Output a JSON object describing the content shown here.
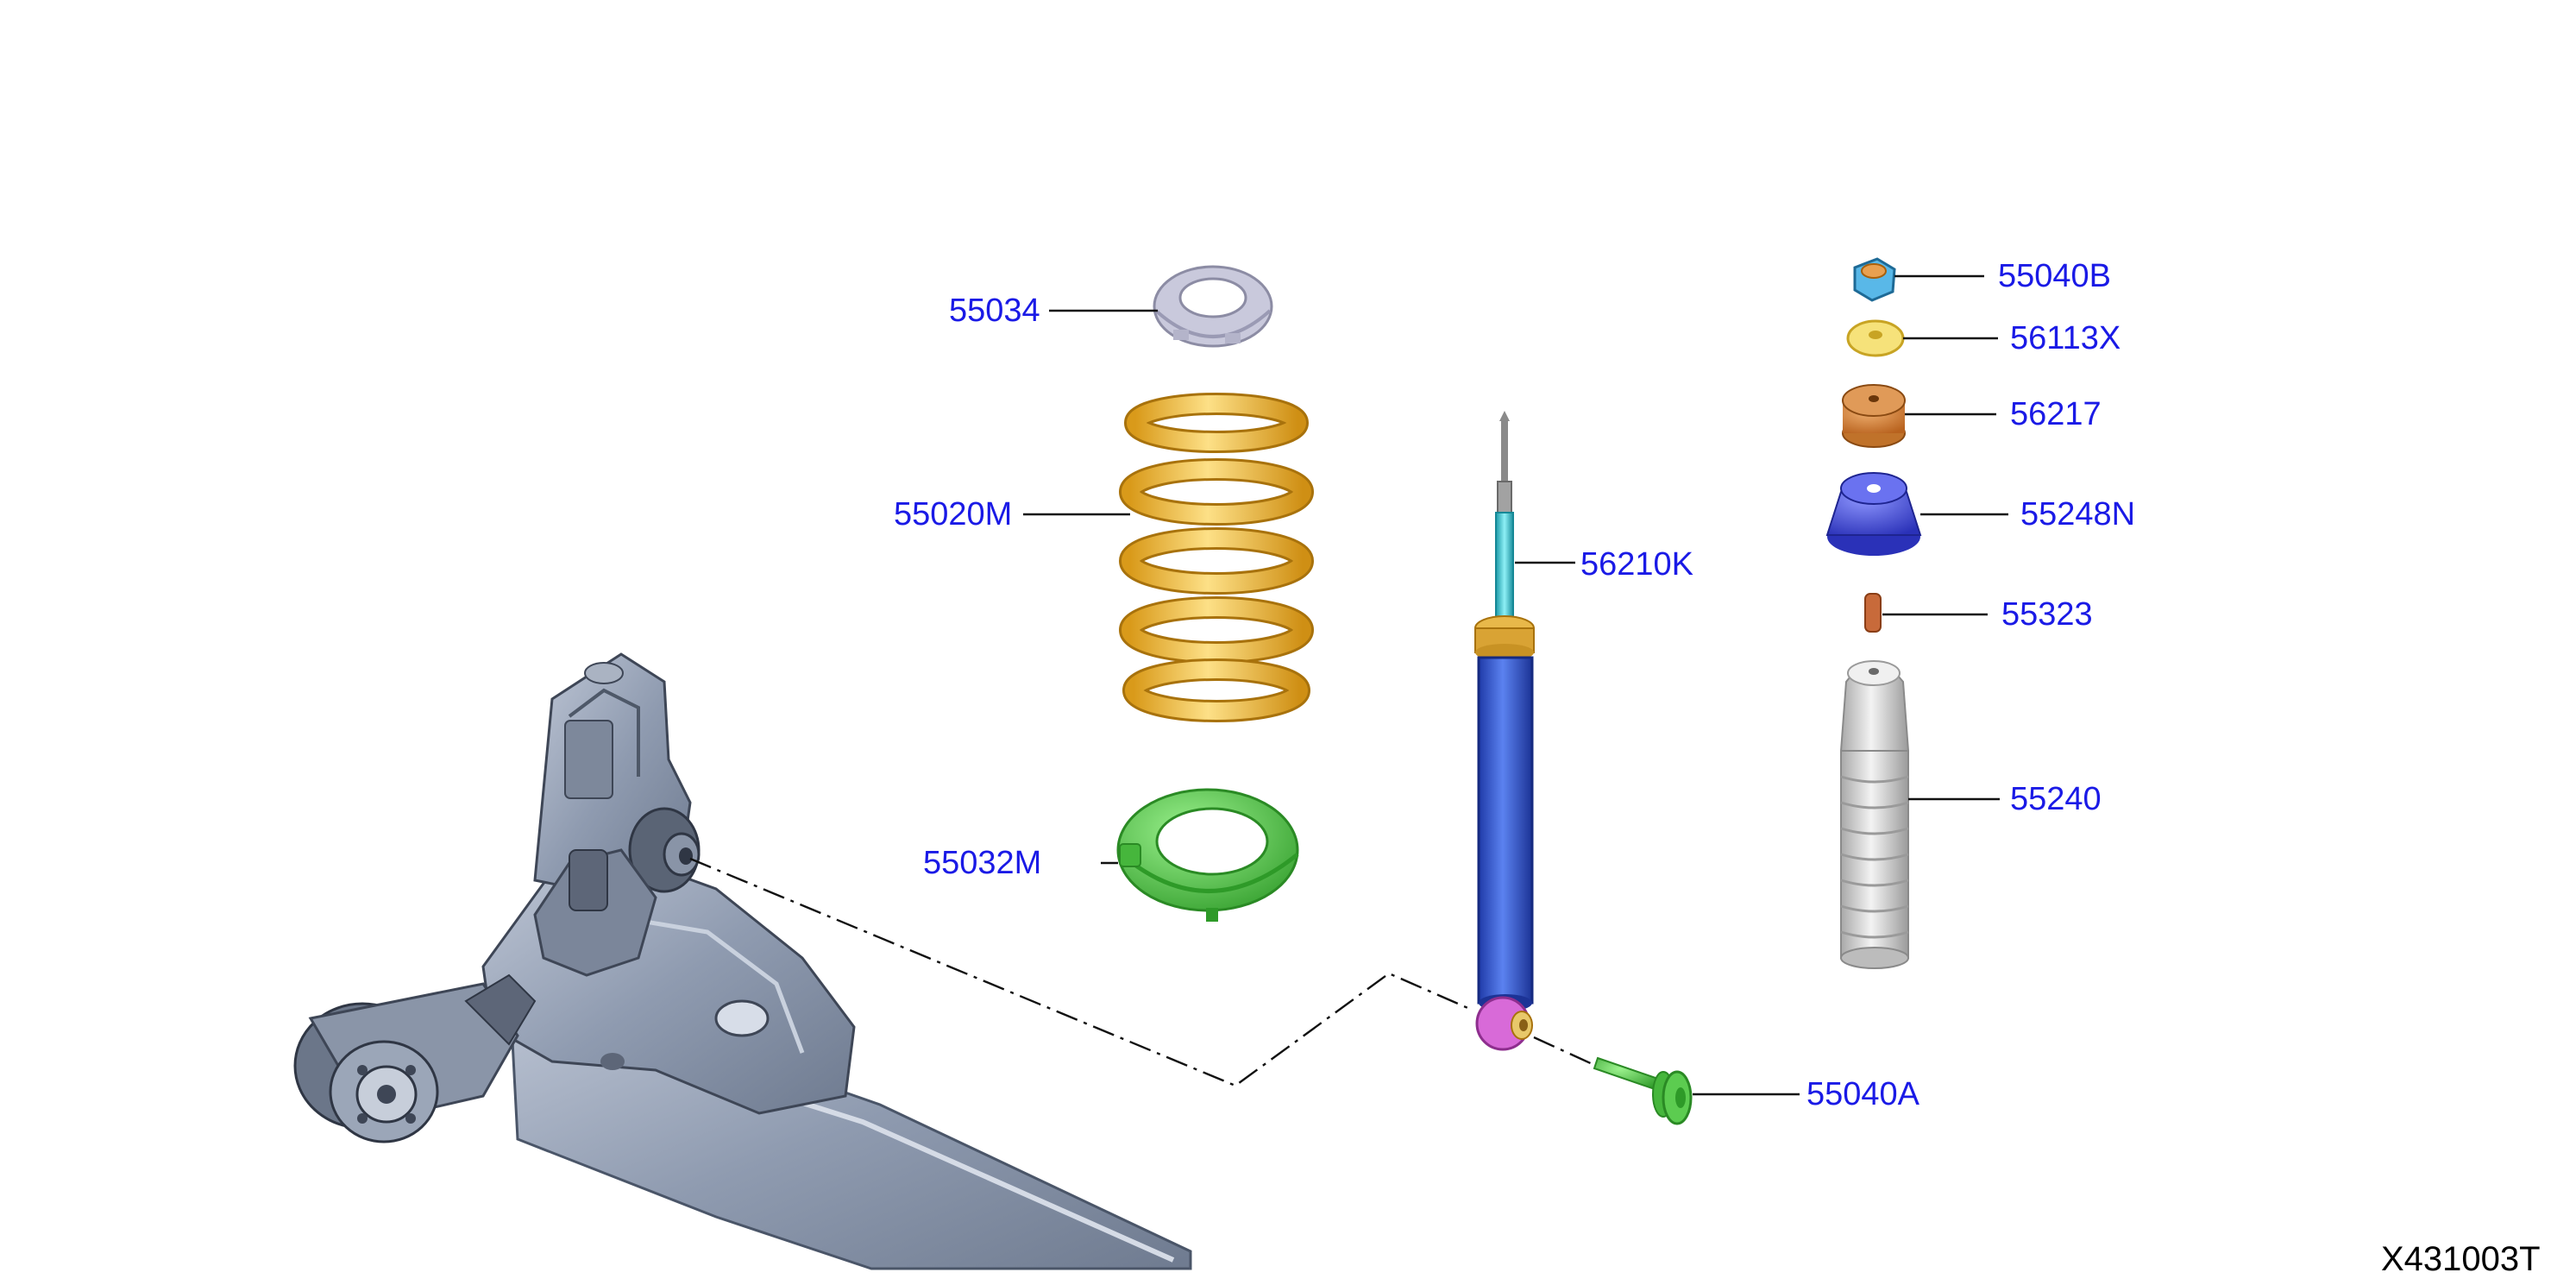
{
  "diagram": {
    "figure_id": "X431003T",
    "callouts": [
      {
        "id": "p55034",
        "label": "55034"
      },
      {
        "id": "p55020M",
        "label": "55020M"
      },
      {
        "id": "p55032M",
        "label": "55032M"
      },
      {
        "id": "p56210K",
        "label": "56210K"
      },
      {
        "id": "p55040B",
        "label": "55040B"
      },
      {
        "id": "p56113X",
        "label": "56113X"
      },
      {
        "id": "p56217",
        "label": "56217"
      },
      {
        "id": "p55248N",
        "label": "55248N"
      },
      {
        "id": "p55323",
        "label": "55323"
      },
      {
        "id": "p55240",
        "label": "55240"
      },
      {
        "id": "p55040A",
        "label": "55040A"
      }
    ],
    "colors": {
      "label_text": "#1a1ae6",
      "spring": "#f2c24a",
      "shock_body": "#3a5fd6",
      "shock_rod": "#49c9d6",
      "spring_seat": "#55d04a",
      "bolt": "#55d04a",
      "bushing": "#d86ad8",
      "upper_seat": "#d8d8e6",
      "bump_stopper": "#d4d4d4",
      "mount_insulator": "#3b44d8",
      "axle": "#8f9bb0"
    }
  }
}
